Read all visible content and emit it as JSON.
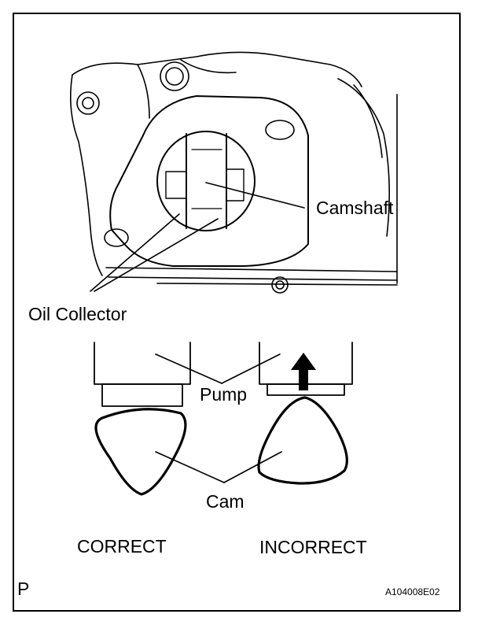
{
  "labels": {
    "camshaft": "Camshaft",
    "oil_collector": "Oil Collector",
    "pump": "Pump",
    "cam": "Cam",
    "correct": "CORRECT",
    "incorrect": "INCORRECT",
    "corner_letter": "P",
    "figure_code": "A104008E02"
  },
  "colors": {
    "ink": "#000000",
    "paper": "#ffffff"
  }
}
